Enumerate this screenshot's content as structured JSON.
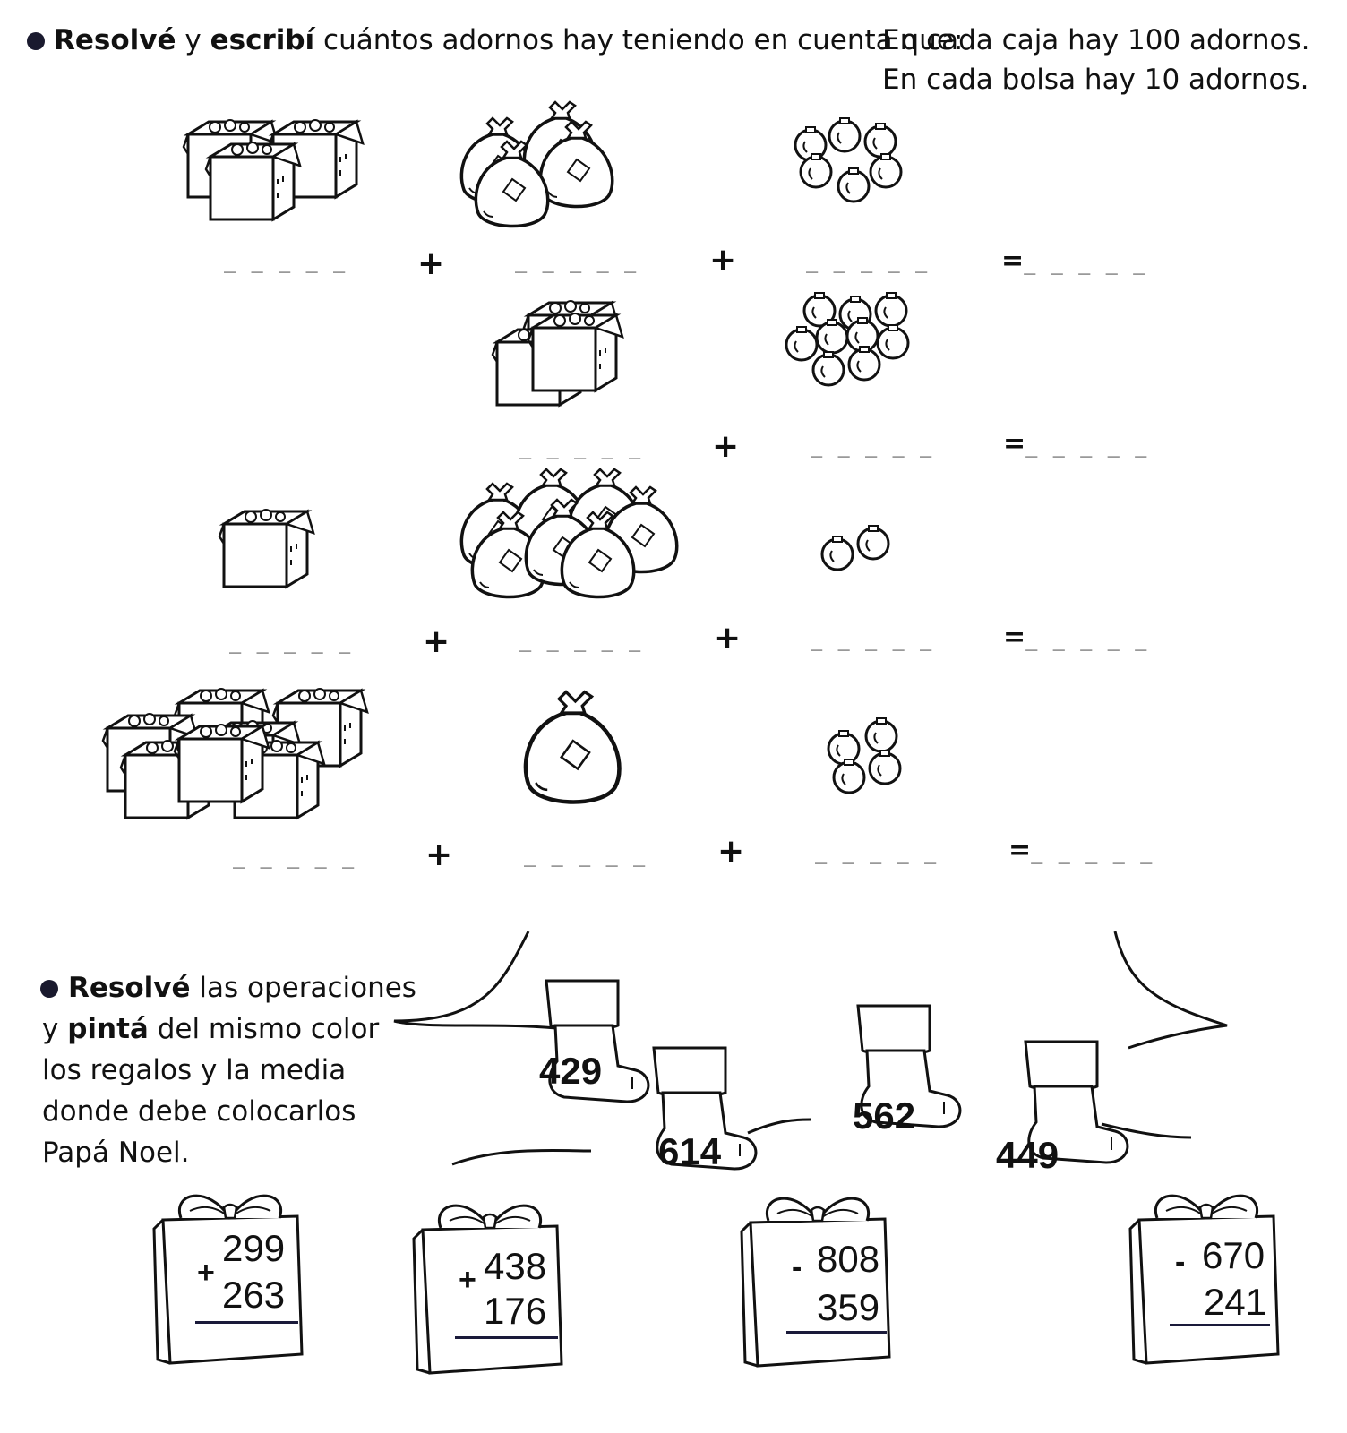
{
  "exercise1": {
    "instruction": {
      "word1": "Resolvé",
      "word2": "y",
      "word3": "escribí",
      "rest": "cuántos adornos hay teniendo en cuenta que:",
      "rule_box": "En cada caja hay 100 adornos.",
      "rule_bag": "En cada bolsa hay 10 adornos."
    },
    "blank": "_ _ _ _ _",
    "plus": "+",
    "equals": "=",
    "rows": [
      {
        "boxes": 3,
        "bags": 4,
        "ornaments": 6
      },
      {
        "boxes": 3,
        "bags": 0,
        "ornaments": 9
      },
      {
        "boxes": 1,
        "bags": 7,
        "ornaments": 2
      },
      {
        "boxes": 7,
        "bags": 1,
        "ornaments": 4
      }
    ],
    "icons": [
      "box-icon",
      "bag-icon",
      "ornament-icon"
    ]
  },
  "exercise2": {
    "instruction": {
      "line1_bold": "Resolvé",
      "line1_rest": "las operaciones",
      "line2_pre": "y",
      "line2_bold": "pintá",
      "line2_rest": "del mismo color",
      "line3": "los regalos y la media",
      "line4": "donde debe colocarlos",
      "line5": "Papá Noel."
    },
    "stockings": [
      "429",
      "614",
      "562",
      "449"
    ],
    "gifts": [
      {
        "sign": "+",
        "top": "299",
        "bottom": "263"
      },
      {
        "sign": "+",
        "top": "438",
        "bottom": "176"
      },
      {
        "sign": "-",
        "top": "808",
        "bottom": "359"
      },
      {
        "sign": "-",
        "top": "670",
        "bottom": "241"
      }
    ],
    "icons": [
      "stocking-icon",
      "gift-icon",
      "ribbon-icon"
    ]
  }
}
